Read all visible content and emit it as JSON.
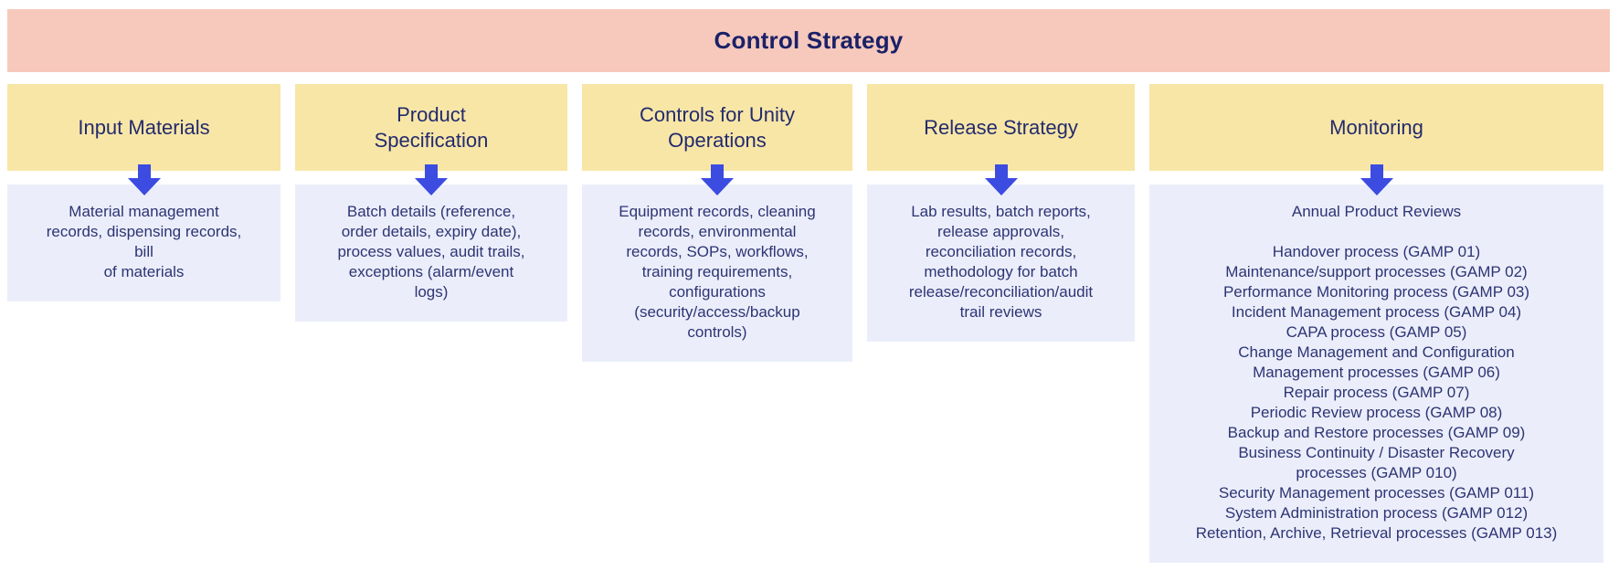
{
  "banner": {
    "title": "Control Strategy"
  },
  "colors": {
    "banner_pink": "#f6c9bc",
    "header_yellow": "#f8e6a7",
    "content_lavender": "#ebeefa",
    "arrow_blue": "#3c4be0",
    "text_navy": "#232b6d"
  },
  "icons": {
    "down_arrow": "down-arrow"
  },
  "columns": [
    {
      "header": "Input Materials",
      "content": "Material management\nrecords, dispensing records,\nbill\nof materials"
    },
    {
      "header": "Product\nSpecification",
      "content": "Batch details (reference,\norder details, expiry date),\nprocess values, audit trails,\nexceptions (alarm/event\nlogs)"
    },
    {
      "header": "Controls for Unity\nOperations",
      "content": "Equipment records, cleaning\nrecords, environmental\nrecords, SOPs, workflows,\ntraining requirements,\nconfigurations\n(security/access/backup\ncontrols)"
    },
    {
      "header": "Release Strategy",
      "content": "Lab results, batch reports,\nrelease approvals,\nreconciliation records,\nmethodology for batch\nrelease/reconciliation/audit\ntrail reviews"
    },
    {
      "header": "Monitoring",
      "content": "Annual Product Reviews\n\nHandover process (GAMP 01)\nMaintenance/support processes (GAMP 02)\nPerformance Monitoring process (GAMP 03)\nIncident Management process (GAMP 04)\nCAPA process (GAMP 05)\nChange Management and Configuration\nManagement processes (GAMP 06)\nRepair process (GAMP 07)\nPeriodic Review process (GAMP 08)\nBackup and Restore processes (GAMP 09)\nBusiness Continuity / Disaster Recovery\nprocesses (GAMP 010)\nSecurity Management processes (GAMP 011)\nSystem Administration process (GAMP 012)\nRetention, Archive, Retrieval processes (GAMP 013)"
    }
  ]
}
